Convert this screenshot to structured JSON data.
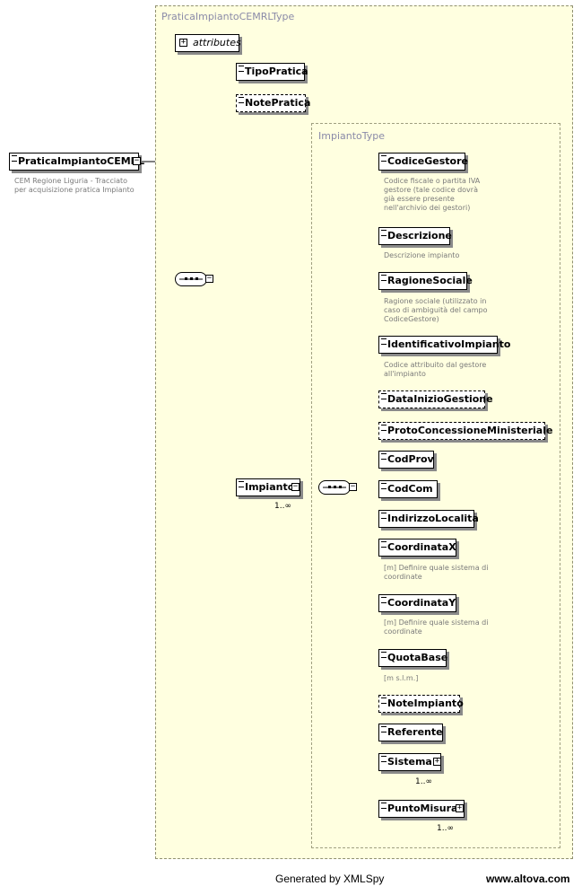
{
  "root": {
    "name": "PraticaImpiantoCEMRL",
    "doc": [
      "CEM Regione Liguria - Tracciato",
      "per acquisizione pratica Impianto"
    ]
  },
  "outer_type": {
    "title": "PraticaImpiantoCEMRLType",
    "attributes_label": "attributes",
    "children": [
      "TipoPratica",
      "NotePratica",
      "Impianto"
    ],
    "impianto_cardinality": "1..∞"
  },
  "inner_type": {
    "title": "ImpiantoType",
    "elements": [
      {
        "name": "CodiceGestore",
        "doc": [
          "Codice fiscale o partita IVA",
          "gestore (tale codice dovrà",
          "già essere presente",
          "nell'archivio dei gestori)"
        ]
      },
      {
        "name": "Descrizione",
        "doc": [
          "Descrizione impianto"
        ]
      },
      {
        "name": "RagioneSociale",
        "doc": [
          "Ragione sociale (utilizzato in",
          "caso di ambiguità del campo",
          "CodiceGestore)"
        ]
      },
      {
        "name": "IdentificativoImpianto",
        "doc": [
          "Codice attribuito dal gestore",
          "all'impianto"
        ]
      },
      {
        "name": "DataInizioGestione",
        "doc": []
      },
      {
        "name": "ProtoConcessioneMinisteriale",
        "doc": []
      },
      {
        "name": "CodProv",
        "doc": []
      },
      {
        "name": "CodCom",
        "doc": []
      },
      {
        "name": "IndirizzoLocalita",
        "doc": []
      },
      {
        "name": "CoordinataX",
        "doc": [
          "[m] Definire quale sistema di",
          "coordinate"
        ]
      },
      {
        "name": "CoordinataY",
        "doc": [
          "[m] Definire quale sistema di",
          "coordinate"
        ]
      },
      {
        "name": "QuotaBase",
        "doc": [
          "[m s.l.m.]"
        ]
      },
      {
        "name": "NoteImpianto",
        "doc": []
      },
      {
        "name": "Referente",
        "doc": []
      },
      {
        "name": "Sistema",
        "doc": []
      },
      {
        "name": "PuntoMisura",
        "doc": []
      }
    ],
    "sistema_cardinality": "1..∞",
    "puntomisura_cardinality": "1..∞"
  },
  "symbols": {
    "collapse": "−",
    "expand": "+"
  },
  "footer": {
    "generated": "Generated by XMLSpy",
    "site": "www.altova.com"
  }
}
